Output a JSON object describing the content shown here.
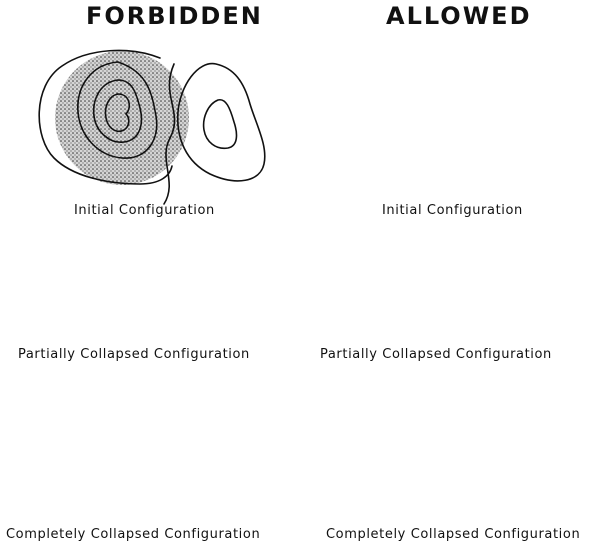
{
  "headings": {
    "forbidden": "FORBIDDEN",
    "allowed": "ALLOWED"
  },
  "captions": {
    "forbidden_initial": "Initial Configuration",
    "allowed_initial": "Initial Configuration",
    "forbidden_partial": "Partially Collapsed Configuration",
    "allowed_partial": "Partially Collapsed Configuration",
    "forbidden_complete": "Completely Collapsed Configuration",
    "allowed_complete": "Completely Collapsed Configuration"
  }
}
